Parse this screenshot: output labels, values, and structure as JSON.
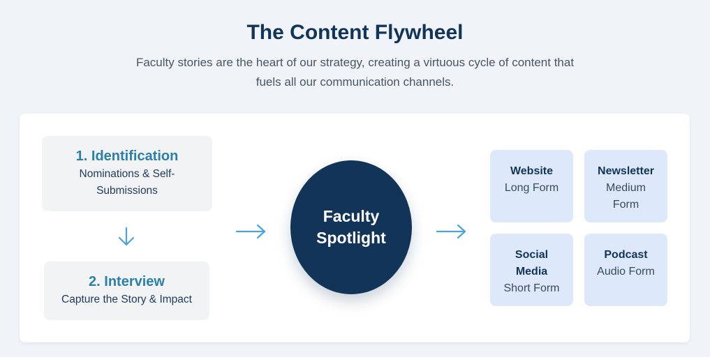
{
  "header": {
    "title": "The Content Flywheel",
    "subtitle": "Faculty stories are the heart of our strategy, creating a virtuous cycle of content that fuels all our communication channels."
  },
  "steps": [
    {
      "title": "1. Identification",
      "description": "Nominations & Self-Submissions"
    },
    {
      "title": "2. Interview",
      "description": "Capture the Story & Impact"
    }
  ],
  "hub": {
    "label": "Faculty Spotlight"
  },
  "channels": [
    {
      "name": "Website",
      "form": "Long Form"
    },
    {
      "name": "Newsletter",
      "form": "Medium Form"
    },
    {
      "name": "Social Media",
      "form": "Short Form"
    },
    {
      "name": "Podcast",
      "form": "Audio Form"
    }
  ],
  "colors": {
    "background": "#f0f4f8",
    "navy": "#123458",
    "step_title": "#2b7fa8",
    "arrow": "#4aa3dd",
    "channel_bg": "#dde9fb",
    "step_bg": "#f1f3f5"
  },
  "icons": {
    "down_arrow": "arrow-down-icon",
    "right_arrow": "arrow-right-icon"
  }
}
